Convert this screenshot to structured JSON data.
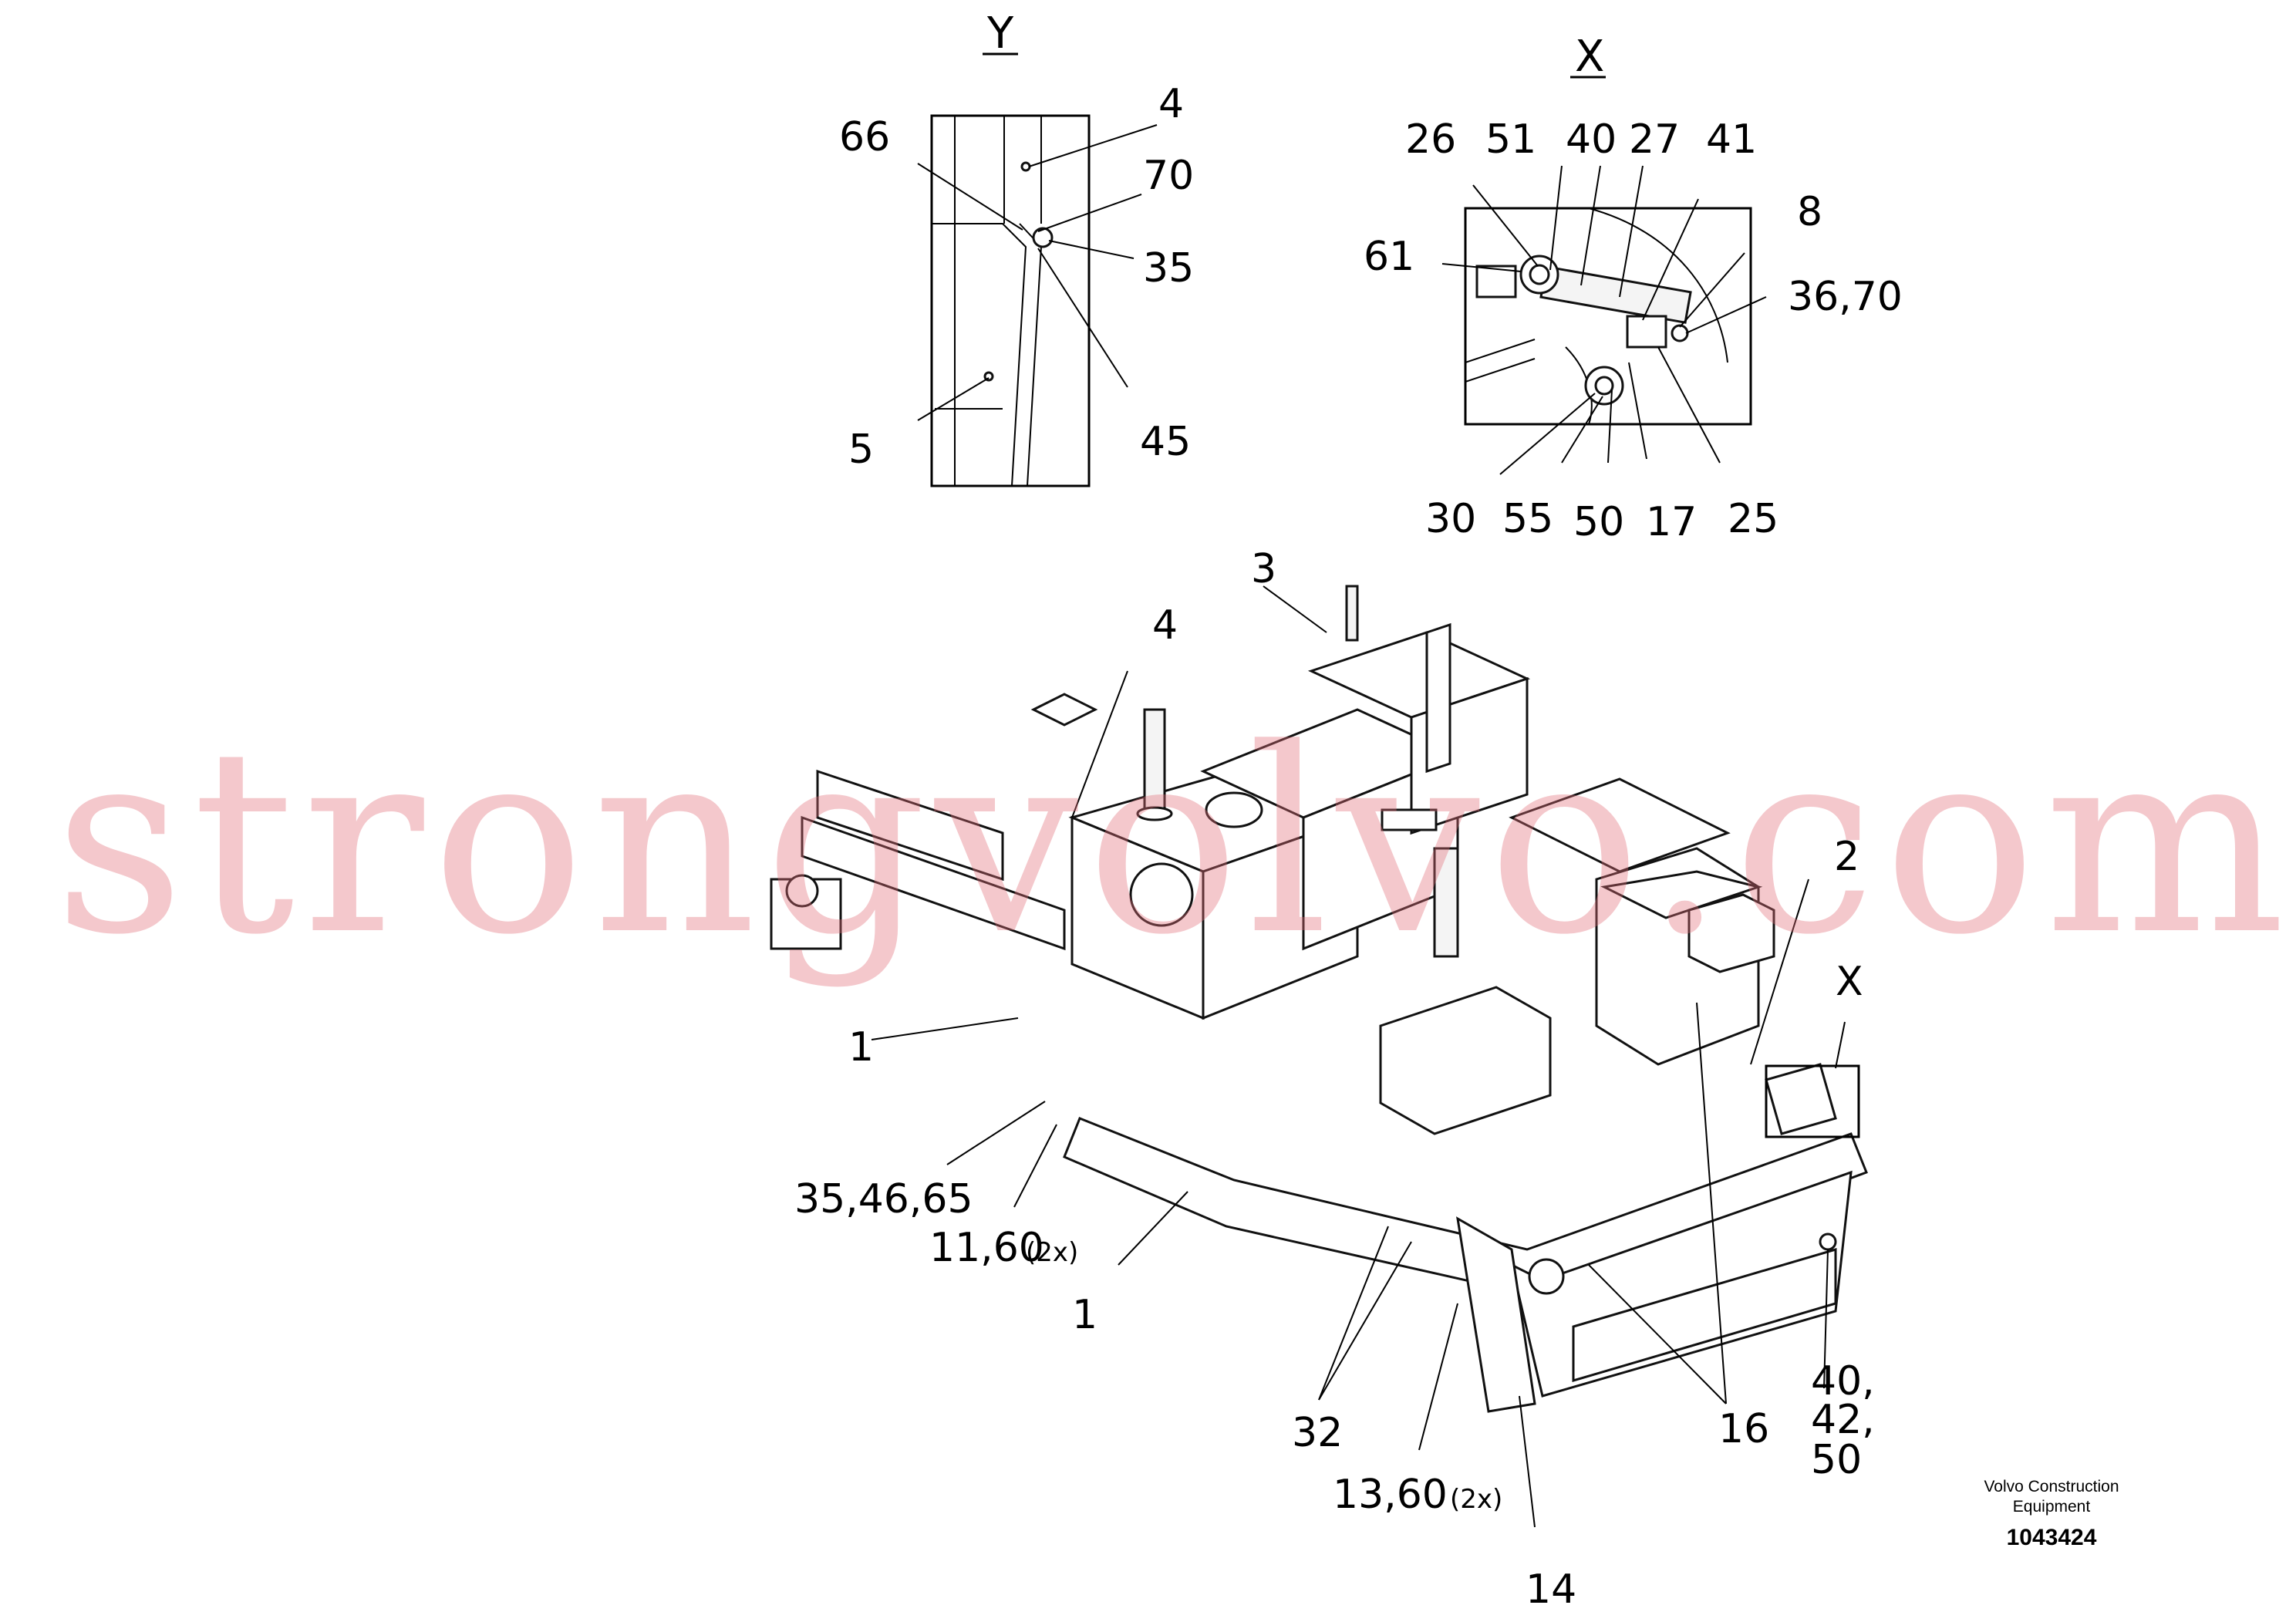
{
  "view_y": {
    "title": "Y",
    "labels": [
      "66",
      "4",
      "70",
      "35",
      "45",
      "5"
    ]
  },
  "view_x": {
    "title": "X",
    "labels": [
      "26",
      "51",
      "40",
      "27",
      "41",
      "8",
      "61",
      "36,70",
      "30",
      "55",
      "50",
      "17",
      "25"
    ]
  },
  "main": {
    "labels": [
      "3",
      "4",
      "2",
      "X",
      "1",
      "35,46,65",
      "11,60",
      "(2x)",
      "1",
      "32",
      "13,60",
      "(2x)",
      "14",
      "16",
      "40,",
      "42,",
      "50"
    ]
  },
  "watermark": "strongvolvo.com",
  "brand": {
    "line1": "Volvo Construction",
    "line2": "Equipment",
    "drawing_number": "1043424"
  }
}
